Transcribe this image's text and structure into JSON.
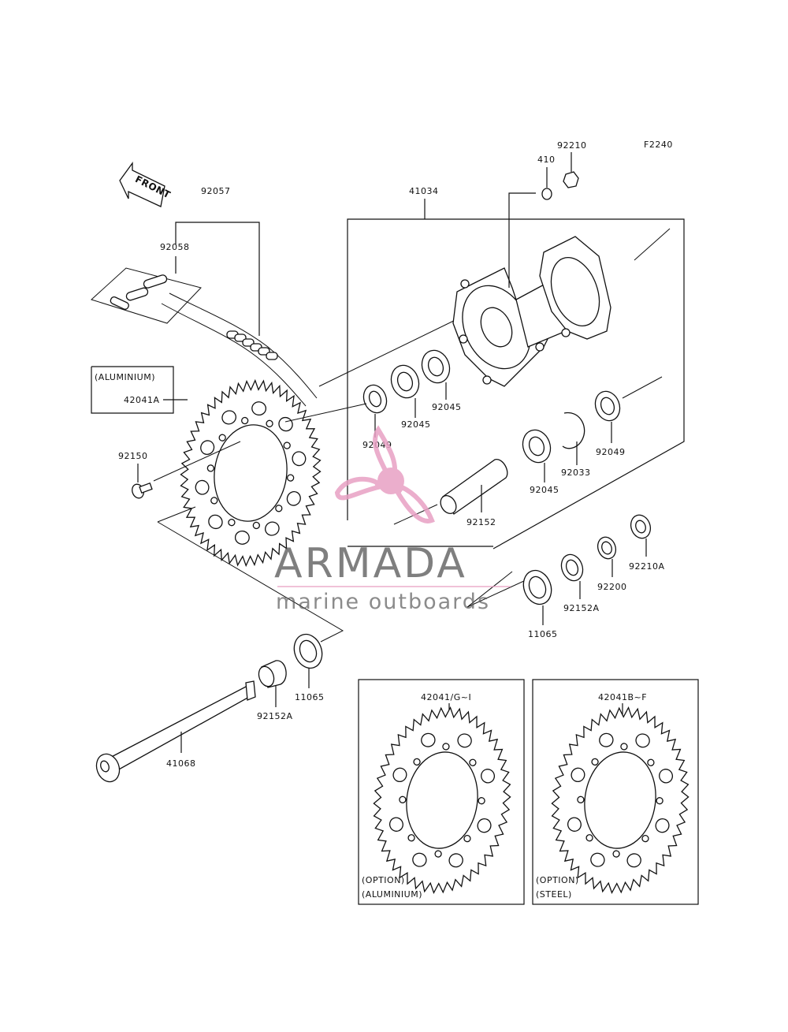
{
  "diagram_code": "F2240",
  "front_label": "FRONT",
  "parts": {
    "p92210": "92210",
    "p410": "410",
    "p41034": "41034",
    "p92057": "92057",
    "p92058": "92058",
    "aluminium_note": "(ALUMINIUM)",
    "p42041A": "42041A",
    "p92150": "92150",
    "p92049_left": "92049",
    "p92045_a": "92045",
    "p92045_b": "92045",
    "p92049_right": "92049",
    "p92033": "92033",
    "p92045_c": "92045",
    "p92152": "92152",
    "p92210A": "92210A",
    "p92200": "92200",
    "p92152A_right": "92152A",
    "p11065_right": "11065",
    "p11065_left": "11065",
    "p92152A_left": "92152A",
    "p41068": "41068"
  },
  "options": [
    {
      "part": "42041/G~I",
      "note_1": "(OPTION)",
      "note_2": "(ALUMINIUM)"
    },
    {
      "part": "42041B~F",
      "note_1": "(OPTION)",
      "note_2": "(STEEL)"
    }
  ],
  "watermark": {
    "brand": "ARMADA",
    "tagline": "marine outboards",
    "color": "#e8a0c4"
  }
}
